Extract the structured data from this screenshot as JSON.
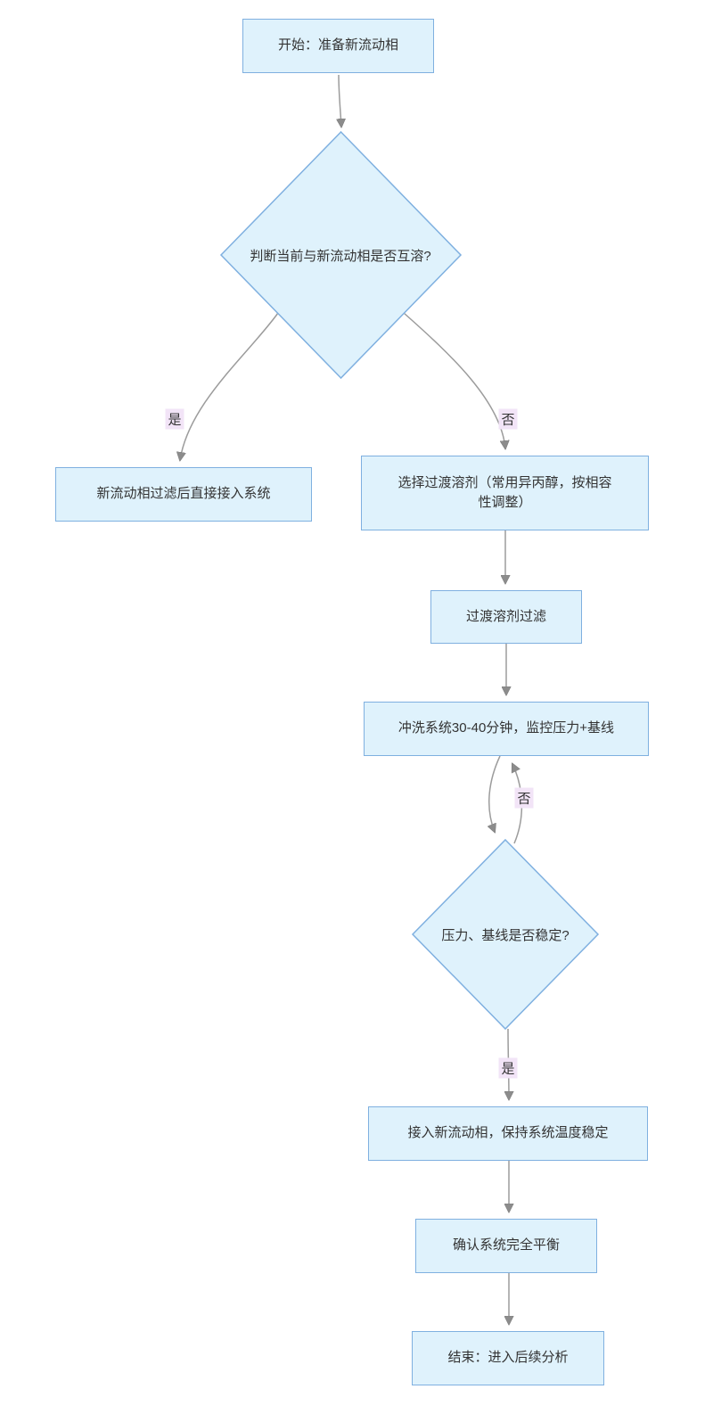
{
  "diagram": {
    "type": "flowchart",
    "direction": "top-down",
    "nodes": {
      "start": {
        "label": "开始：准备新流动相",
        "shape": "rect"
      },
      "decision_miscible": {
        "label": "判断当前与新流动相是否互溶?",
        "shape": "diamond"
      },
      "direct_connect": {
        "label": "新流动相过滤后直接接入系统",
        "shape": "rect"
      },
      "transition_solvent": {
        "label": "选择过渡溶剂（常用异丙醇，按相容性调整）",
        "shape": "rect"
      },
      "filter_solvent": {
        "label": "过渡溶剂过滤",
        "shape": "rect"
      },
      "flush_system": {
        "label": "冲洗系统30-40分钟，监控压力+基线",
        "shape": "rect"
      },
      "decision_stable": {
        "label": "压力、基线是否稳定?",
        "shape": "diamond"
      },
      "connect_new_phase": {
        "label": "接入新流动相，保持系统温度稳定",
        "shape": "rect"
      },
      "confirm_equilibrium": {
        "label": "确认系统完全平衡",
        "shape": "rect"
      },
      "end": {
        "label": "结束：进入后续分析",
        "shape": "rect"
      }
    },
    "edges": [
      {
        "from": "start",
        "to": "decision_miscible",
        "label": ""
      },
      {
        "from": "decision_miscible",
        "to": "direct_connect",
        "label": "是"
      },
      {
        "from": "decision_miscible",
        "to": "transition_solvent",
        "label": "否"
      },
      {
        "from": "transition_solvent",
        "to": "filter_solvent",
        "label": ""
      },
      {
        "from": "filter_solvent",
        "to": "flush_system",
        "label": ""
      },
      {
        "from": "flush_system",
        "to": "decision_stable",
        "label": ""
      },
      {
        "from": "decision_stable",
        "to": "flush_system",
        "label": "否"
      },
      {
        "from": "decision_stable",
        "to": "connect_new_phase",
        "label": "是"
      },
      {
        "from": "connect_new_phase",
        "to": "confirm_equilibrium",
        "label": ""
      },
      {
        "from": "confirm_equilibrium",
        "to": "end",
        "label": ""
      }
    ],
    "colors": {
      "background": "#ffffff",
      "node_fill": "#dff2fc",
      "node_border": "#7fb0e0",
      "edge_line": "#9c9c9c",
      "arrowhead": "#8c8c8c",
      "edge_label_bg": "#f2e4f7",
      "text": "#333333"
    }
  }
}
